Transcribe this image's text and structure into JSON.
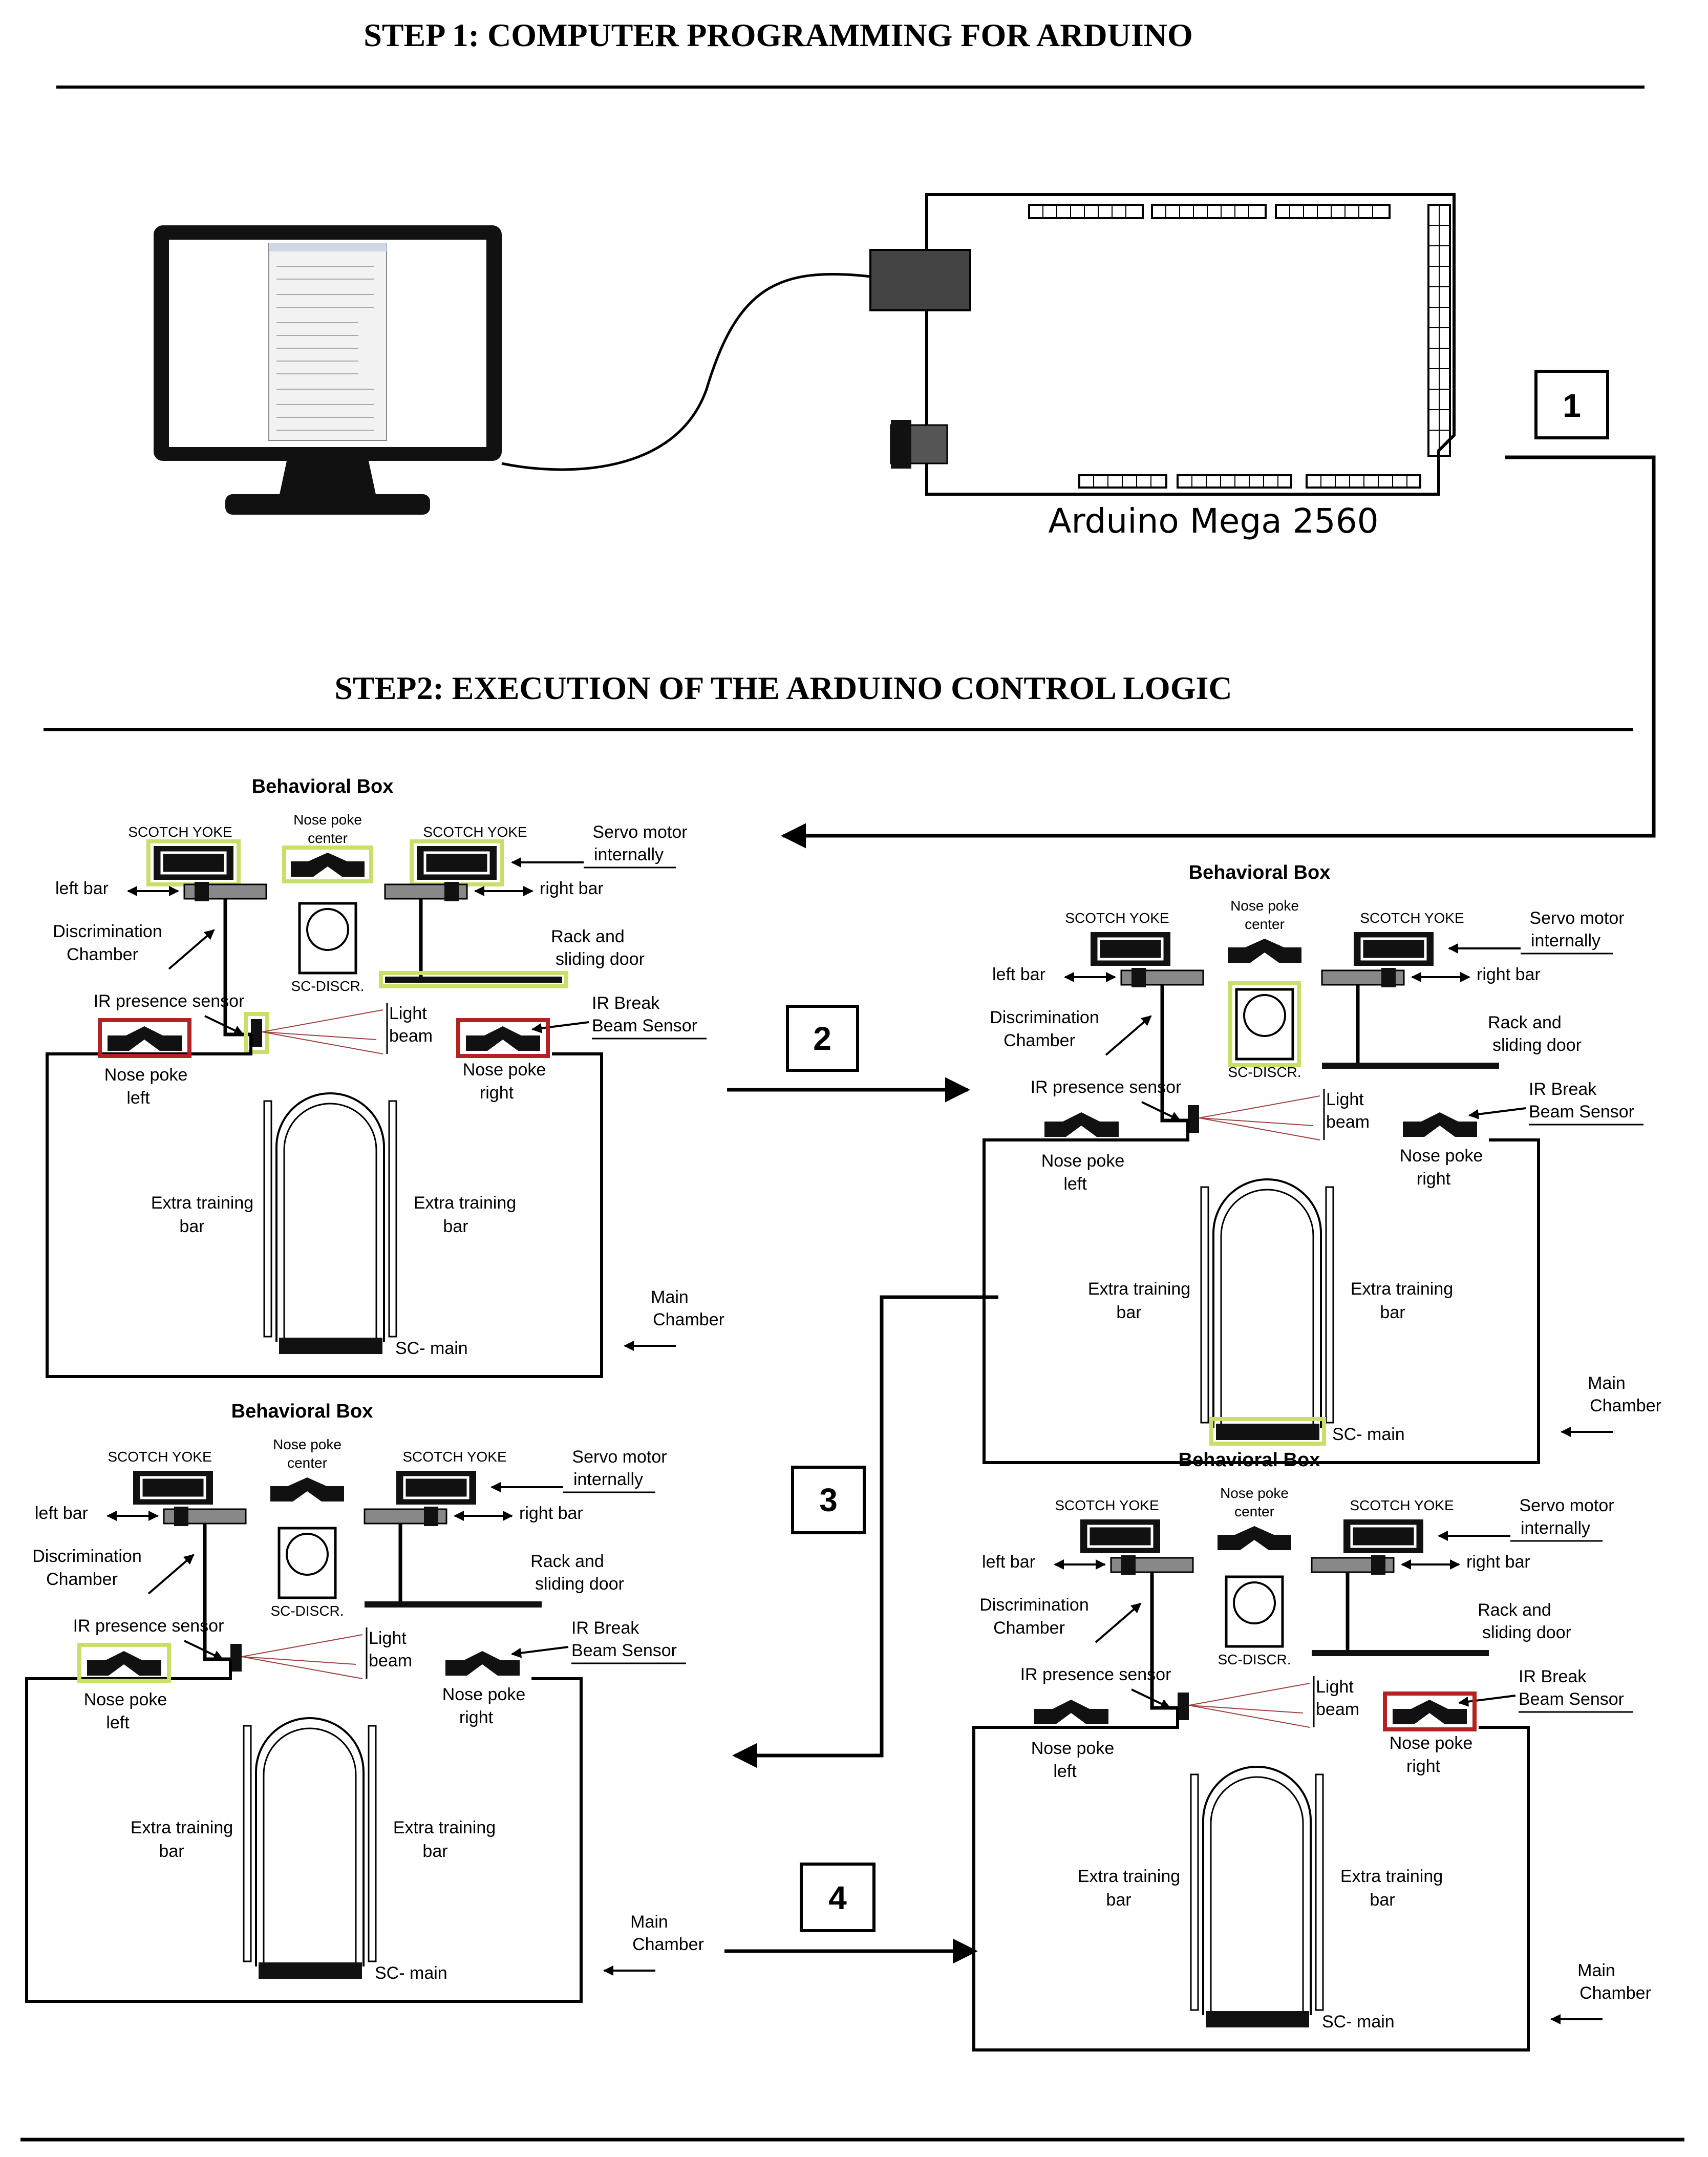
{
  "step1": {
    "title": "STEP 1: COMPUTER PROGRAMMING FOR ARDUINO"
  },
  "arduino": {
    "label": "Arduino Mega 2560"
  },
  "step2": {
    "title": "STEP2: EXECUTION OF THE ARDUINO CONTROL LOGIC"
  },
  "steps": [
    "1",
    "2",
    "3",
    "4"
  ],
  "box_labels": {
    "title": "Behavioral Box",
    "scotch_yoke": "SCOTCH YOKE",
    "nose_poke_center": [
      "Nose poke",
      "center"
    ],
    "servo_motor": [
      "Servo motor",
      "internally"
    ],
    "left_bar": "left bar",
    "right_bar": "right bar",
    "discrimination_chamber": [
      "Discrimination",
      "Chamber"
    ],
    "sc_discr": "SC-DISCR.",
    "rack_door": [
      "Rack and",
      "sliding door"
    ],
    "ir_presence": "IR presence sensor",
    "light_beam": [
      "Light",
      "beam"
    ],
    "ir_break": [
      "IR Break",
      "Beam Sensor"
    ],
    "nose_poke_left": [
      "Nose poke",
      "left"
    ],
    "nose_poke_right": [
      "Nose poke",
      "right"
    ],
    "extra_training_bar": [
      "Extra training",
      "bar"
    ],
    "main_chamber": [
      "Main",
      "Chamber"
    ],
    "sc_main": "SC- main"
  },
  "colors": {
    "highlight_active": "#c8e06a",
    "highlight_trigger": "#b22222",
    "ink": "#000000"
  },
  "states": [
    {
      "panel": "top-left",
      "active": [
        "scotch-left",
        "nose-poke-center",
        "scotch-right",
        "door",
        "ir-presence"
      ],
      "triggered": [
        "nose-poke-left",
        "nose-poke-right"
      ]
    },
    {
      "panel": "top-right",
      "active": [
        "sc-discr",
        "sc-main"
      ],
      "triggered": []
    },
    {
      "panel": "bottom-left",
      "active": [
        "nose-poke-left"
      ],
      "triggered": []
    },
    {
      "panel": "bottom-right",
      "active": [],
      "triggered": [
        "nose-poke-right"
      ]
    }
  ]
}
